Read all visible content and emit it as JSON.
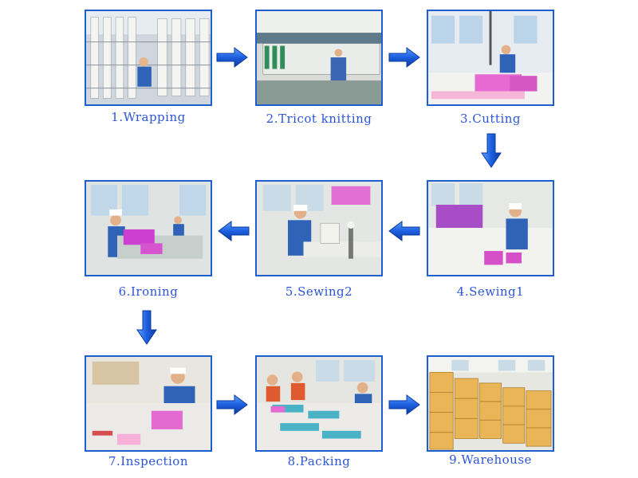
{
  "steps": [
    {
      "label": "1.Wrapping"
    },
    {
      "label": "2.Tricot knitting"
    },
    {
      "label": "3.Cutting"
    },
    {
      "label": "4.Sewing1"
    },
    {
      "label": "5.Sewing2"
    },
    {
      "label": "6.Ironing"
    },
    {
      "label": "7.Inspection"
    },
    {
      "label": "8.Packing"
    },
    {
      "label": "9.Warehouse"
    }
  ],
  "colors": {
    "frame": "#1e5fd0",
    "caption": "#2b55d6",
    "arrow": "#1d5fe0"
  }
}
